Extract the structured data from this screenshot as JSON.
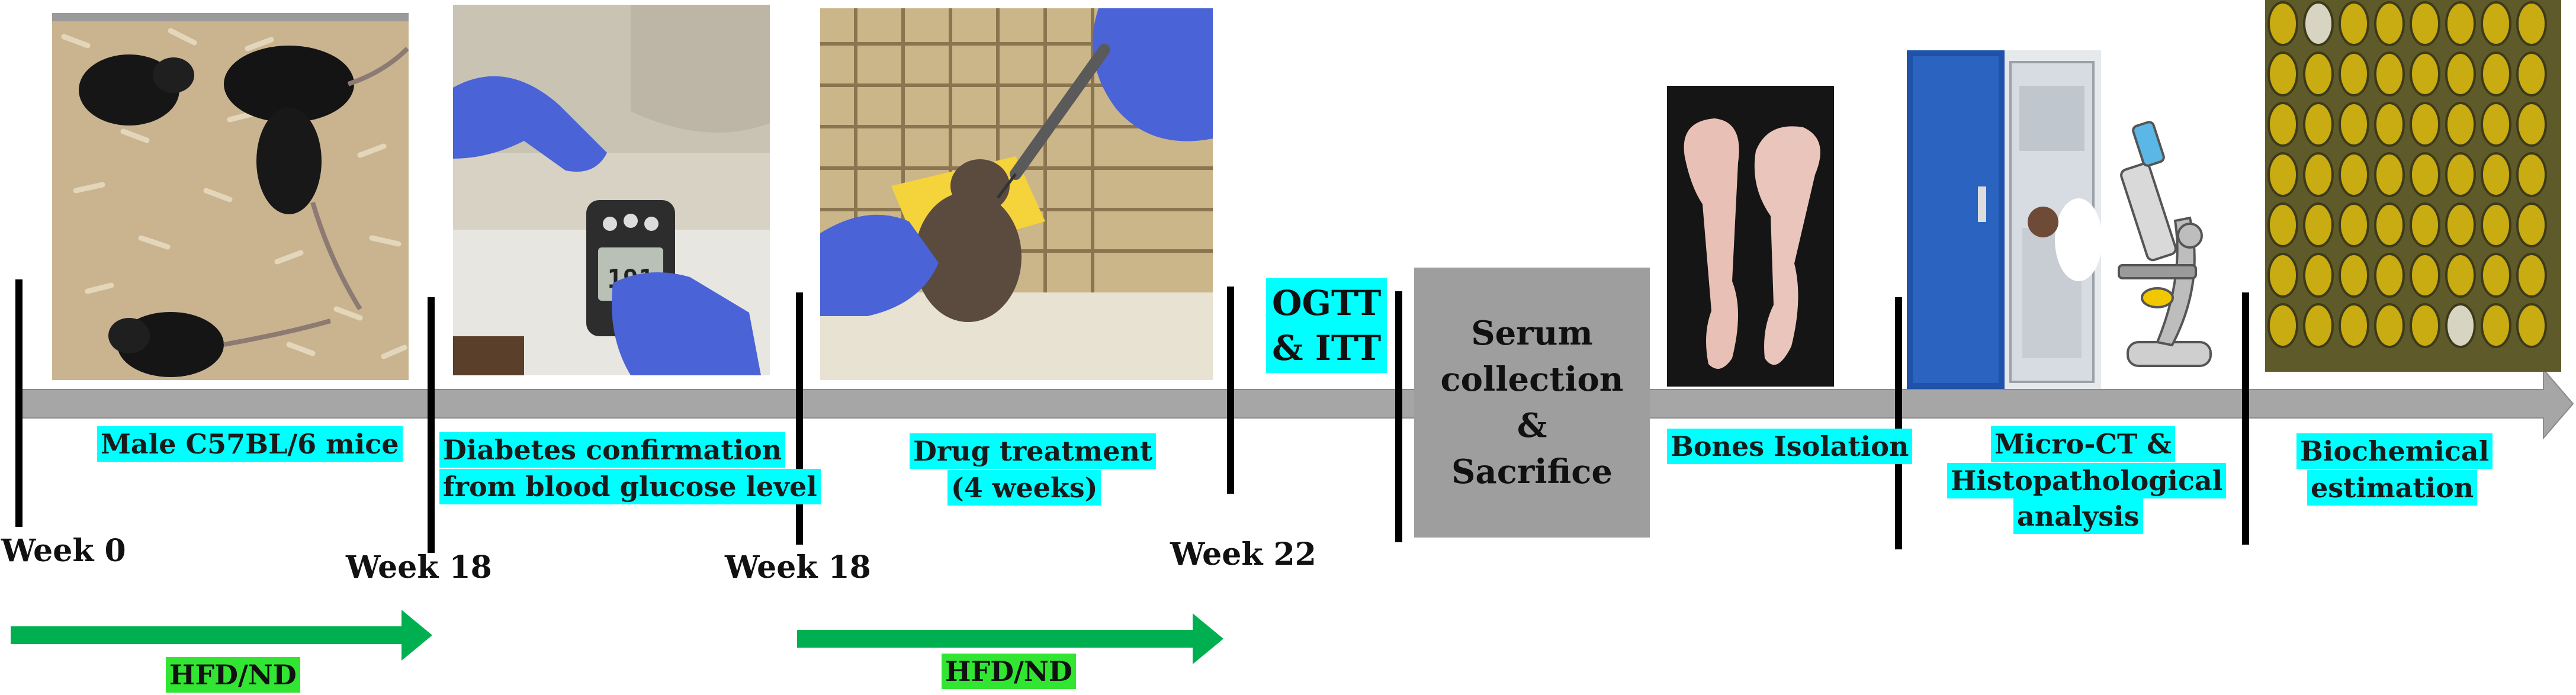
{
  "timeline": {
    "weeks": {
      "w0": "Week 0",
      "w18a": "Week 18",
      "w18b": "Week 18",
      "w22": "Week 22"
    },
    "stages": {
      "mice": "Male C57BL/6 mice",
      "diabetes_line1": "Diabetes confirmation",
      "diabetes_line2": "from blood glucose level",
      "drug_line1": "Drug treatment",
      "drug_line2": "(4 weeks)",
      "ogtt_line1": "OGTT",
      "ogtt_line2": "& ITT",
      "serum_line1": "Serum",
      "serum_line2": "collection",
      "serum_line3": "&",
      "serum_line4": "Sacrifice",
      "bones": "Bones Isolation",
      "microct_line1": "Micro-CT &",
      "microct_line2": "Histopathological",
      "microct_line3": "analysis",
      "biochem_line1": "Biochemical",
      "biochem_line2": "estimation"
    },
    "diet": {
      "label1": "HFD/ND",
      "label2": "HFD/ND"
    },
    "glucometer_reading": "191"
  },
  "colors": {
    "timeline_gray": "#a6a6a6",
    "label_cyan": "#00ffff",
    "diet_arrow_green": "#00b050",
    "diet_label_green": "#33e533"
  }
}
